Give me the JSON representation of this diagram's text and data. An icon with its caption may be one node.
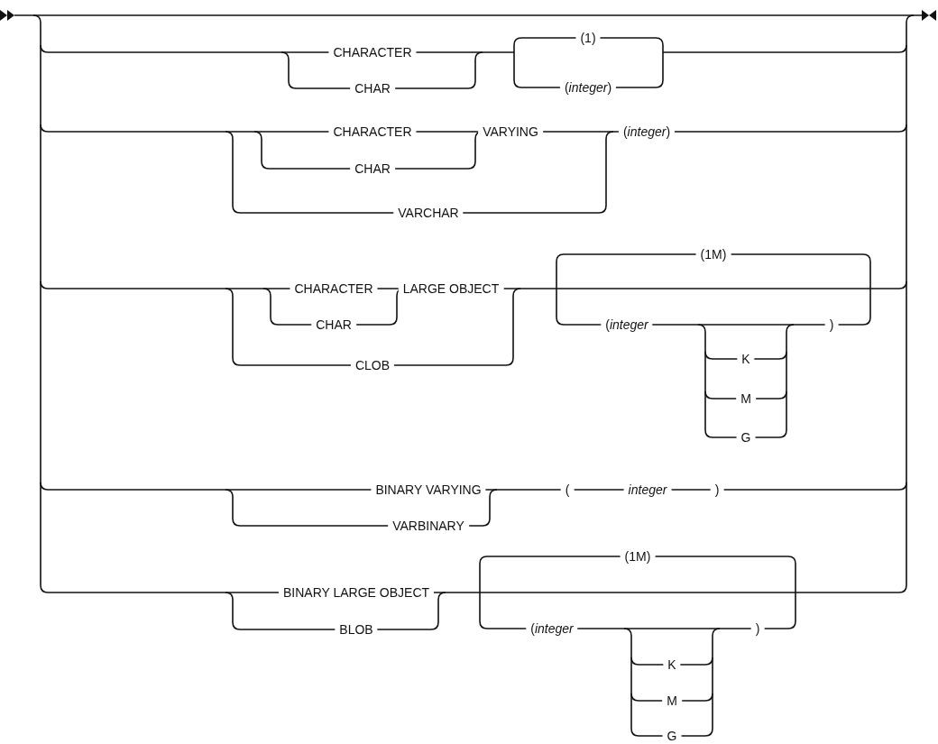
{
  "diagram": {
    "labels": [
      "(1)",
      "CHARACTER",
      "CHAR",
      "(*integer*)",
      "CHARACTER",
      "VARYING",
      "(*integer*)",
      "CHAR",
      "VARCHAR",
      "(1M)",
      "CHARACTER",
      "LARGE OBJECT",
      "CHAR",
      "(*integer*",
      ")",
      "K",
      "CLOB",
      "M",
      "G",
      "BINARY VARYING",
      "(",
      "integer",
      ")",
      "VARBINARY",
      "(1M)",
      "BINARY LARGE OBJECT",
      "BLOB",
      "(*integer*",
      ")",
      "K",
      "M",
      "G"
    ]
  }
}
